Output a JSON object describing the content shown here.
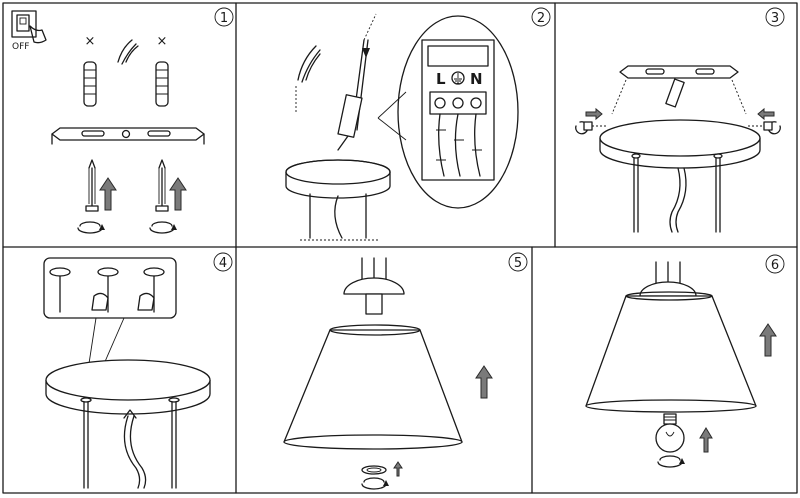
{
  "steps": [
    {
      "number": "1"
    },
    {
      "number": "2"
    },
    {
      "number": "3"
    },
    {
      "number": "4"
    },
    {
      "number": "5"
    },
    {
      "number": "6"
    }
  ],
  "switch_label": "OFF",
  "terminal_labels": {
    "live": "L",
    "neutral": "N"
  },
  "cross_mark": "×",
  "colors": {
    "arrow_fill": "#7a7a7a",
    "line": "#1a1a1a",
    "background": "#ffffff"
  }
}
